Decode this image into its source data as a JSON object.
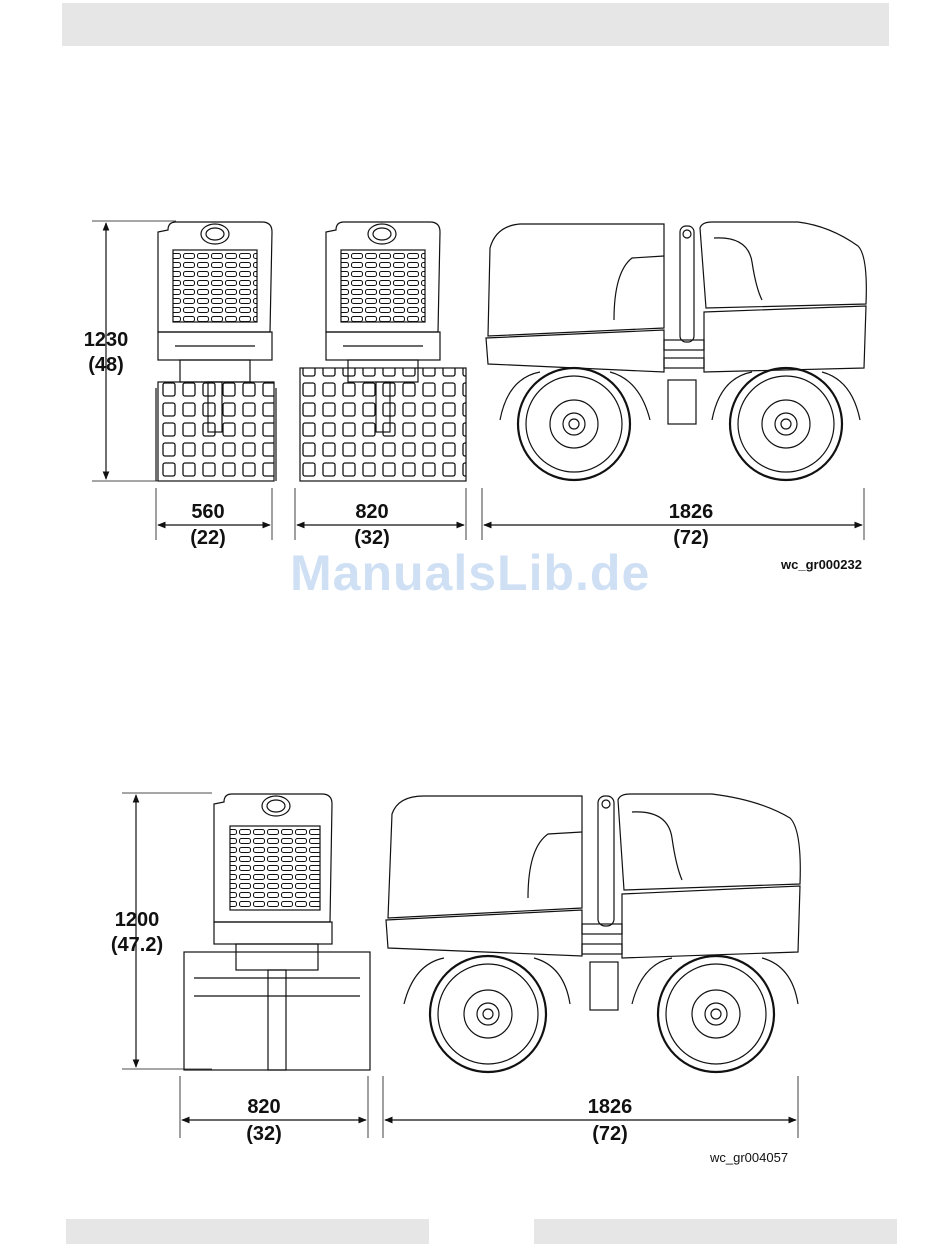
{
  "header_bar": "",
  "figure1": {
    "height_mm": "1230",
    "height_in": "(48)",
    "width_a_mm": "560",
    "width_a_in": "(22)",
    "width_b_mm": "820",
    "width_b_in": "(32)",
    "length_mm": "1826",
    "length_in": "(72)",
    "code": "wc_gr000232"
  },
  "watermark": "ManualsLib.de",
  "figure2": {
    "height_mm": "1200",
    "height_in": "(47.2)",
    "width_mm": "820",
    "width_in": "(32)",
    "length_mm": "1826",
    "length_in": "(72)",
    "code": "wc_gr004057"
  },
  "footer": {
    "left": "",
    "right": ""
  }
}
